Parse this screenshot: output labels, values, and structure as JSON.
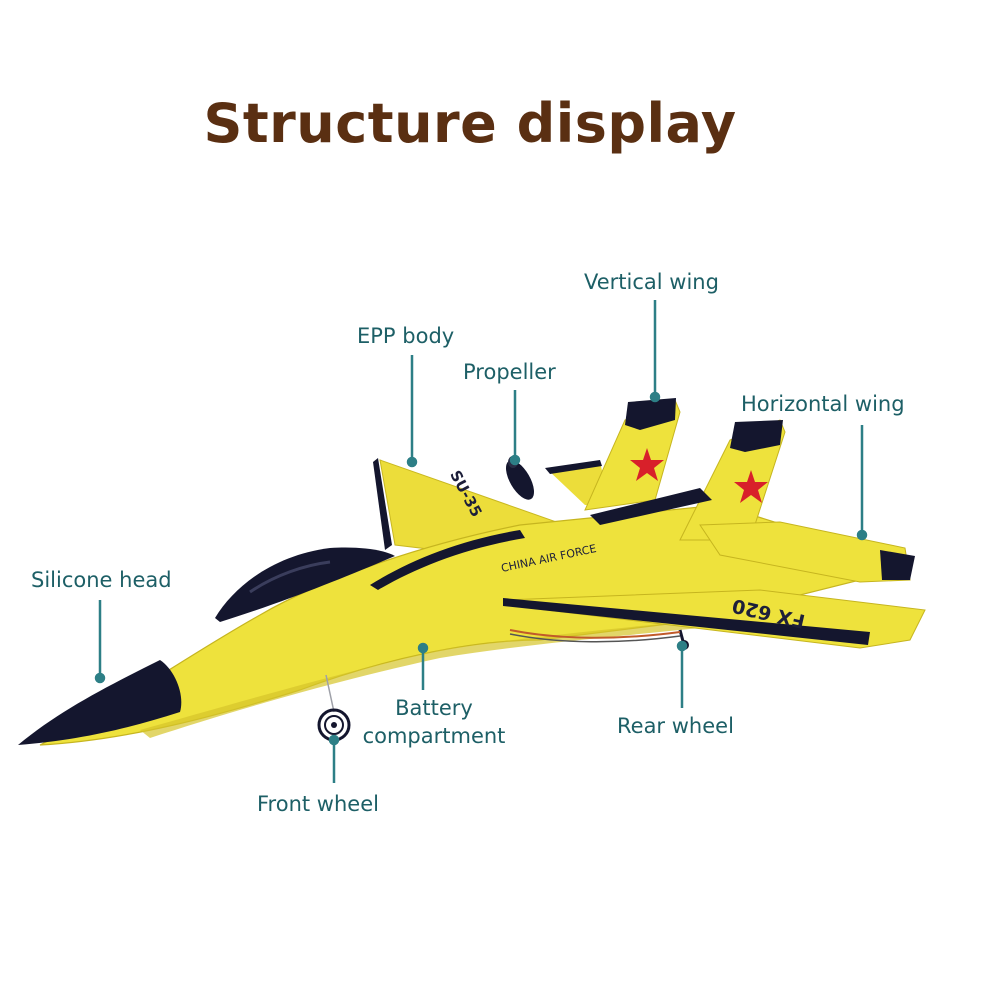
{
  "title": "Structure display",
  "labels": {
    "vertical_wing": "Vertical wing",
    "epp_body": "EPP body",
    "propeller": "Propeller",
    "horizontal_wing": "Horizontal wing",
    "silicone_head": "Silicone head",
    "battery_line1": "Battery",
    "battery_line2": "compartment",
    "rear_wheel": "Rear wheel",
    "front_wheel": "Front wheel"
  },
  "plane_markings": {
    "model": "SU-35",
    "text": "CHINA AIR FORCE",
    "number": "FX 620"
  },
  "colors": {
    "title": "#5a2f12",
    "label": "#1d5f66",
    "leader": "#2d7f86",
    "body_yellow": "#f0e23a",
    "dark_parts": "#14162e",
    "star": "#d8202a"
  }
}
